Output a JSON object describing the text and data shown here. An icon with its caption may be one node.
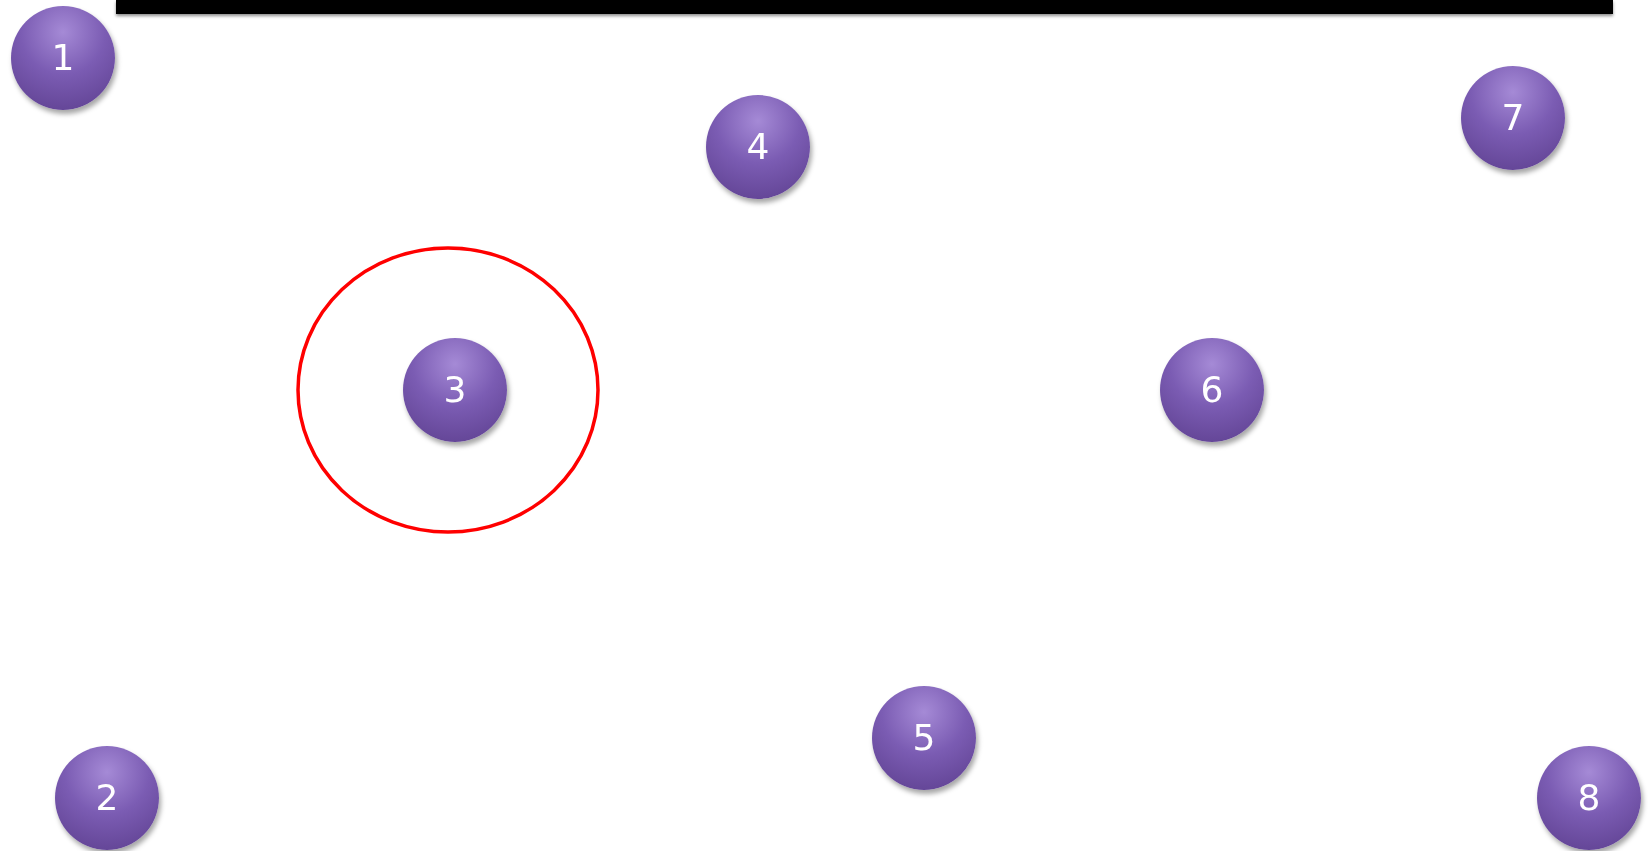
{
  "diagram": {
    "nodes": [
      {
        "text": [],
        "shape": "bar"
      },
      {
        "text": [
          "1"
        ]
      },
      {
        "text": [
          "2"
        ]
      },
      {
        "text": [],
        "shape": "circle"
      },
      {
        "text": [
          "3"
        ],
        "in": 3
      },
      {
        "text": [
          "4"
        ]
      },
      {
        "text": [
          "5"
        ]
      },
      {
        "text": [
          "6"
        ]
      },
      {
        "text": [
          "7"
        ]
      },
      {
        "text": [
          "8"
        ]
      }
    ]
  }
}
